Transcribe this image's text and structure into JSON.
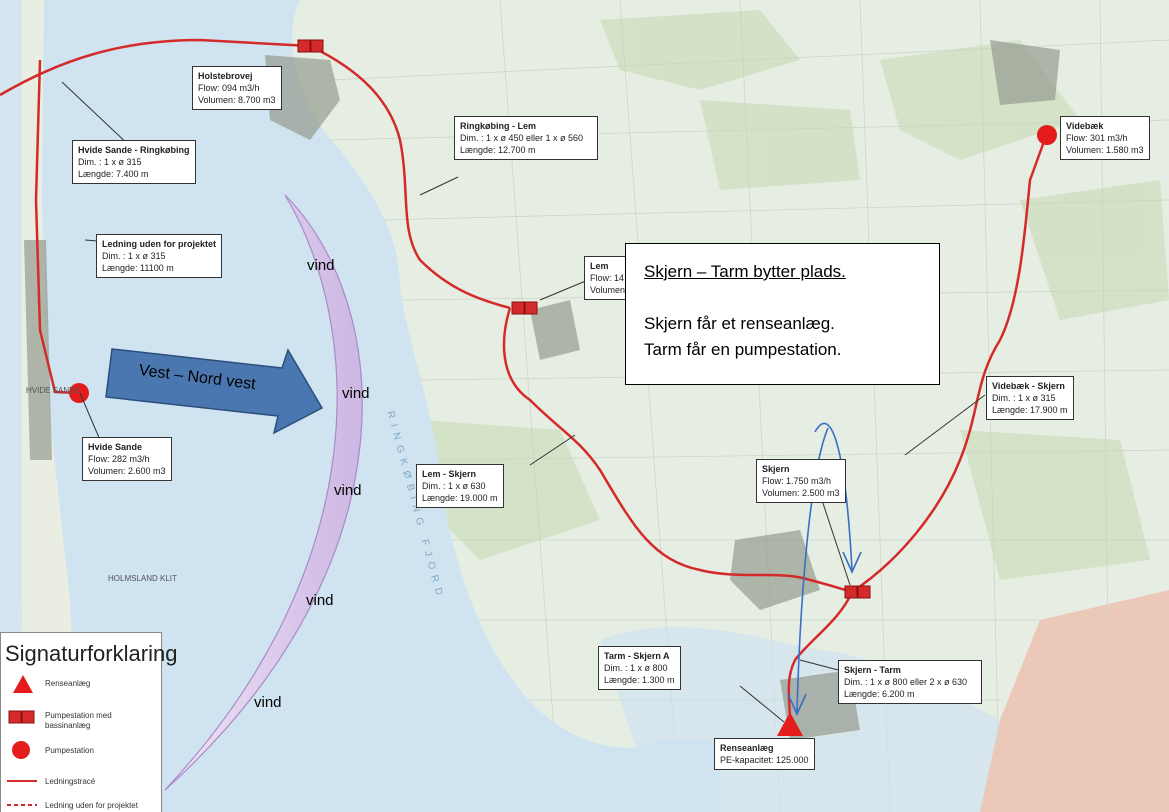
{
  "boxes": {
    "holstebrovej": {
      "title": "Holstebrovej",
      "flow": "Flow: 094 m3/h",
      "volume": "Volumen: 8.700 m3"
    },
    "ringkobing_lem": {
      "title": "Ringkøbing - Lem",
      "dim": "Dim. : 1 x ø 450 eller 1 x ø 560",
      "length": "Længde: 12.700 m"
    },
    "hvide_ringkobing": {
      "title": "Hvide Sande - Ringkøbing",
      "dim": "Dim. : 1 x ø 315",
      "length": "Længde: 7.400 m"
    },
    "ledning_uden": {
      "title": "Ledning uden for projektet",
      "dim": "Dim. : 1 x ø 315",
      "length": "Længde: 11100 m"
    },
    "lem": {
      "title": "Lem",
      "flow": "Flow: 14",
      "volume": "Volumen"
    },
    "videbaek": {
      "title": "Videbæk",
      "flow": "Flow: 301 m3/h",
      "volume": "Volumen: 1.580 m3"
    },
    "videbaek_skjern": {
      "title": "Videbæk - Skjern",
      "dim": "Dim. : 1 x ø 315",
      "length": "Længde: 17.900 m"
    },
    "hvide_sande": {
      "title": "Hvide Sande",
      "flow": "Flow: 282 m3/h",
      "volume": "Volumen: 2.600 m3"
    },
    "lem_skjern": {
      "title": "Lem - Skjern",
      "dim": "Dim. : 1 x ø 630",
      "length": "Længde: 19.000 m"
    },
    "skjern": {
      "title": "Skjern",
      "flow": "Flow: 1.750 m3/h",
      "volume": "Volumen: 2.500 m3"
    },
    "tarm_skjern": {
      "title": "Tarm - Skjern A",
      "dim": "Dim. : 1 x ø 800",
      "length": "Længde: 1.300 m"
    },
    "skjern_tarm": {
      "title": "Skjern - Tarm",
      "dim": "Dim. : 1 x ø 800 eller 2 x ø 630",
      "length": "Længde: 6.200 m"
    },
    "renseanlaeg": {
      "title": "Renseanlæg",
      "pe": "PE-kapacitet: 125.000"
    }
  },
  "info": {
    "heading": "Skjern – Tarm bytter plads.",
    "line1": "Skjern får et renseanlæg.",
    "line2": "Tarm får en pumpestation."
  },
  "wind_arrow_label": "Vest – Nord vest",
  "vind": [
    "vind",
    "vind",
    "vind",
    "vind",
    "vind"
  ],
  "fjord_label": "RINGKØBING FJORD",
  "place_labels": {
    "hvide_sande": "HVIDE SANDE",
    "holmsland": "HOLMSLAND KLIT"
  },
  "legend": {
    "title": "Signaturforklaring",
    "items": [
      "Renseanlæg",
      "Pumpestation med bassinanlæg",
      "Pumpestation",
      "Ledningstracé",
      "Ledning uden for projektet"
    ]
  },
  "colors": {
    "pipeline": "#d42a2a",
    "water": "#cfe3f0",
    "arrow": "#4b77b0",
    "wind_arc": "#d9c9ea"
  }
}
